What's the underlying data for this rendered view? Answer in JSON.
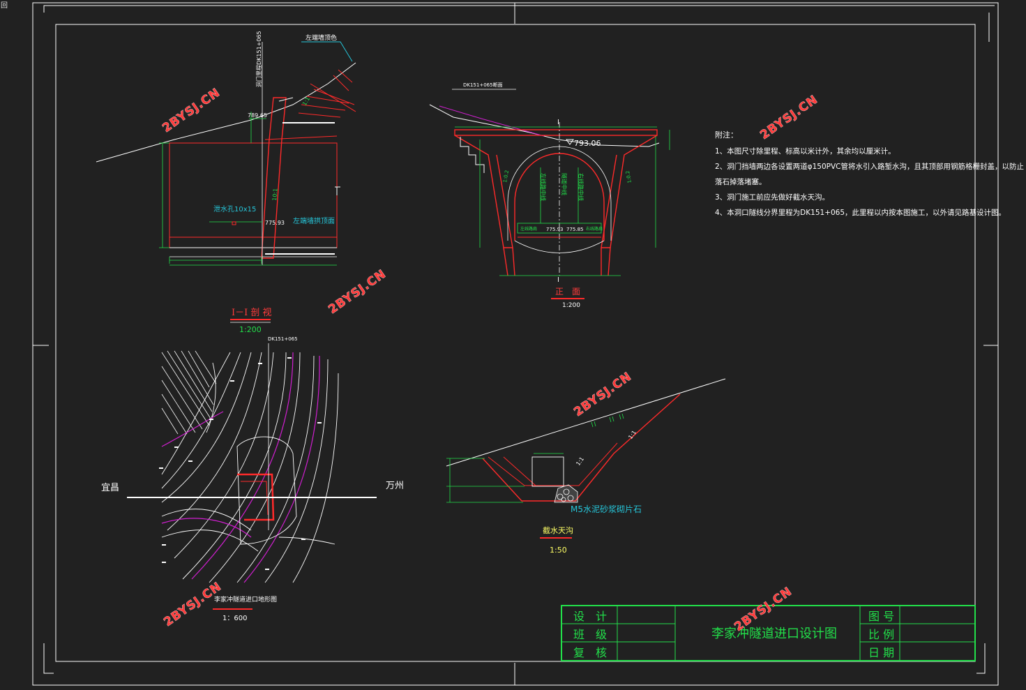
{
  "corner_mark": "回",
  "watermark": "2BYSJ.CN",
  "section_view": {
    "title": "I－I 剖 视",
    "scale": "1:200",
    "chainage_label": "洞门里程DK151+065",
    "callout_top": "左端墙顶色",
    "elev_top": "789.65",
    "elev_bottom": "775.93",
    "slope_a": "1:1",
    "slope_b": "10:1",
    "drain_label": "泄水孔10x15",
    "wall_label": "左端墙拱顶面"
  },
  "front_view": {
    "title": "正　面",
    "scale": "1:200",
    "callout": "DK151+065断面",
    "elev_main": "793.06",
    "elev_left": "775.93",
    "elev_right": "775.85",
    "section_mark_top": "I",
    "section_mark_bottom": "I",
    "ratio_left": "1:0.2",
    "ratio_right": "1:0.2",
    "center_labels": [
      "左线路中线",
      "隧道中线",
      "右线路中线"
    ],
    "bottom_left_label": "左线路肩",
    "bottom_right_label": "右线路肩"
  },
  "notes": {
    "heading": "附注：",
    "items": [
      "1、本图尺寸除里程、标高以米计外，其余均以厘米计。",
      "2、洞门挡墙两边各设置两道φ150PVC管将水引入路堑水沟，且其顶部用钢筋格栅封盖，以防止",
      "落石掉落堵塞。",
      "3、洞门施工前应先做好截水天沟。",
      "4、本洞口隧线分界里程为DK151+065，此里程以内按本图施工，以外请见路基设计图。"
    ]
  },
  "topo_map": {
    "chainage": "DK151+065",
    "left_place": "宜昌",
    "right_place": "万州",
    "title": "李家冲隧道进口地形图",
    "scale": "1：600"
  },
  "ditch": {
    "title": "截水天沟",
    "scale": "1:50",
    "material_label": "M5水泥砂浆砌片石",
    "slope_a": "1:1",
    "slope_b": "1:1"
  },
  "title_block": {
    "left_labels": [
      "设　计",
      "班　级",
      "复　核"
    ],
    "drawing_title": "李家冲隧道进口设计图",
    "right_labels": [
      "图 号",
      "比 例",
      "日 期"
    ]
  },
  "colors": {
    "background": "#212121",
    "frame": "#ffffff",
    "red": "#ff2a2a",
    "green": "#22e04a",
    "magenta": "#d21fd2",
    "cyan": "#26c6da"
  }
}
